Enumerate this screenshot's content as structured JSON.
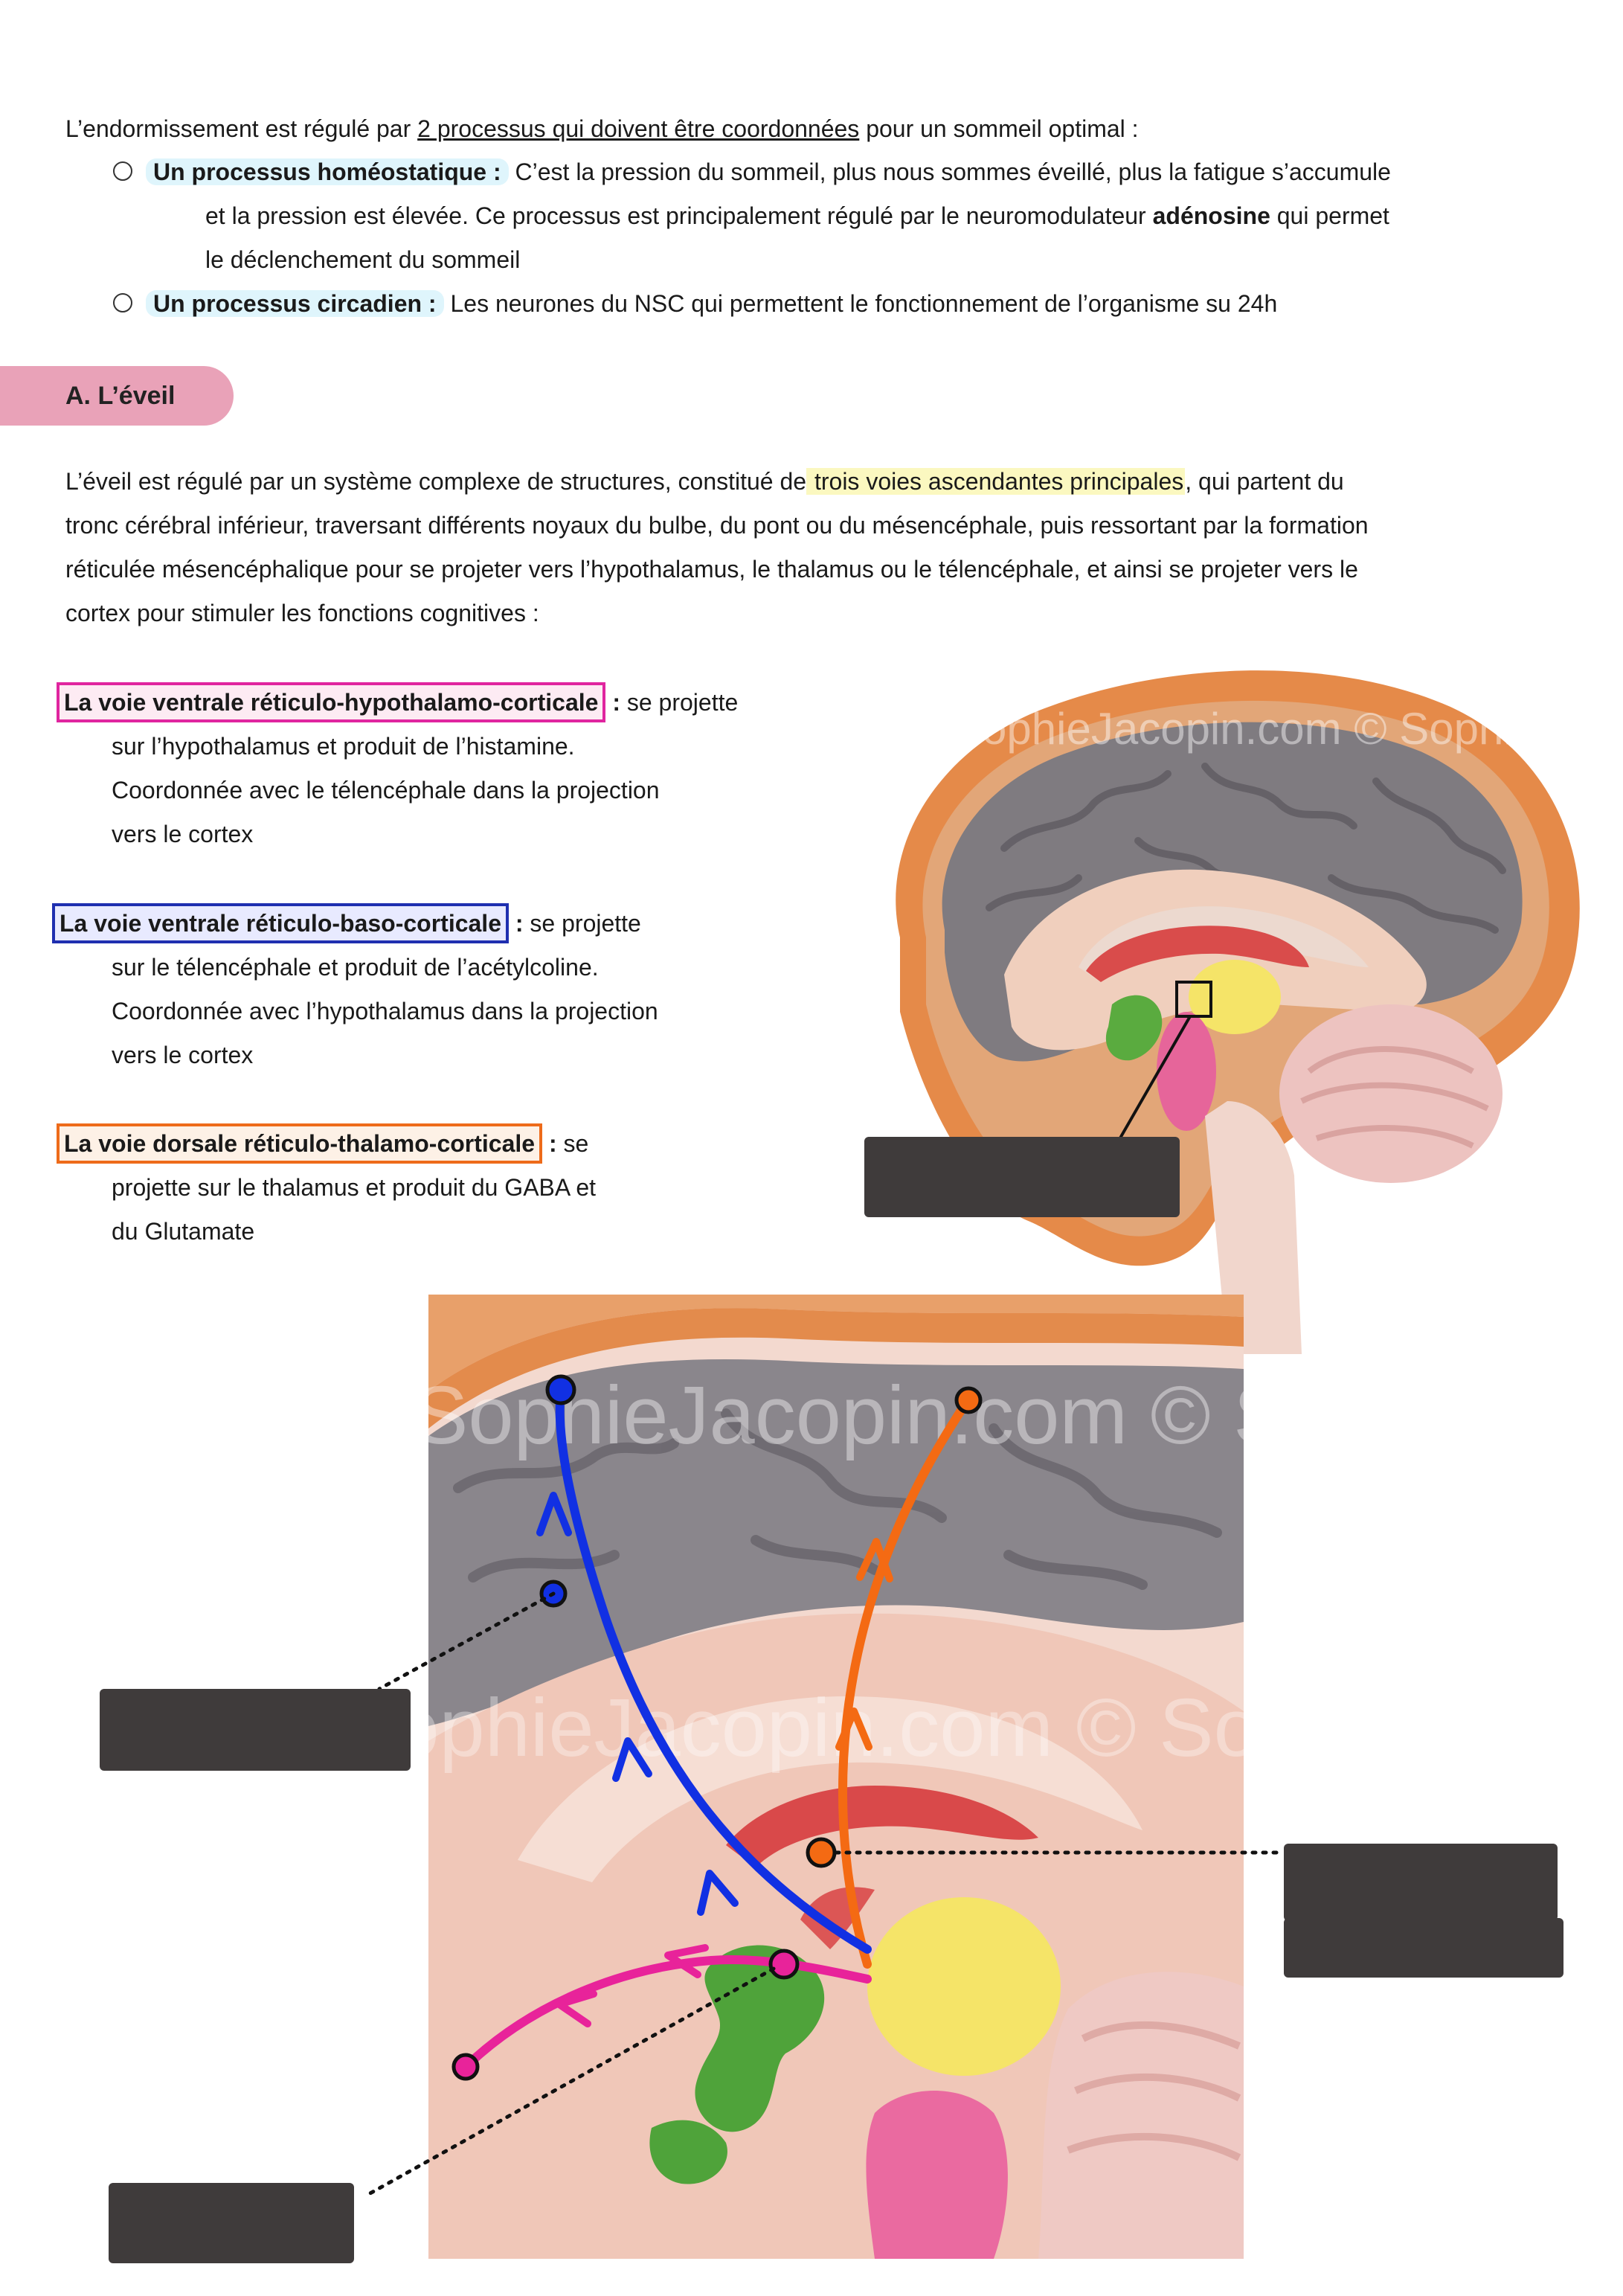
{
  "intro": {
    "line_a": "L’endormissement est régulé par ",
    "line_a_underlined": "2 processus qui doivent être coordonnées",
    "line_a_end": " pour un sommeil optimal :",
    "homeo_title": "Un processus homéostatique :",
    "homeo_text_1": " C’est la pression du sommeil, plus nous sommes éveillé, plus la fatigue s’accumule",
    "homeo_text_2a": "et la pression est élevée. Ce processus est principalement régulé par le neuromodulateur ",
    "homeo_bold": "adénosine",
    "homeo_text_2b": " qui permet",
    "homeo_text_3": "le déclenchement du sommeil",
    "circ_title": "Un processus circadien :",
    "circ_text": " Les neurones du NSC qui permettent le fonctionnement de l’organisme su 24h"
  },
  "section": {
    "title": "A. L’éveil"
  },
  "eveil": {
    "l1a": "L’éveil est régulé par un système complexe de structures, constitué de",
    "l1_hl": " trois voies ascendantes principales",
    "l1b": ", qui partent du",
    "l2": "tronc cérébral inférieur, traversant différents noyaux du bulbe, du pont ou du mésencéphale, puis ressortant par la formation",
    "l3": "réticulée mésencéphalique pour se projeter vers l’hypothalamus, le thalamus ou le télencéphale, et ainsi se projeter vers le",
    "l4": "cortex pour stimuler les fonctions cognitives :"
  },
  "pathways": [
    {
      "name": "La voie ventrale réticulo-hypothalamo-corticale",
      "colon": " :",
      "rest": " se projette",
      "lines": [
        "sur l’hypothalamus et produit de l’histamine.",
        "Coordonnée avec le télencéphale dans la projection",
        "vers le cortex"
      ],
      "color": "#e0259f"
    },
    {
      "name": "La voie ventrale réticulo-baso-corticale",
      "colon": " :",
      "rest": " se projette",
      "lines": [
        "sur le télencéphale et produit de l’acétylcoline.",
        "Coordonnée avec l’hypothalamus dans la projection",
        "vers le cortex"
      ],
      "color": "#1f2fb0"
    },
    {
      "name": "La voie dorsale réticulo-thalamo-corticale",
      "colon": " :",
      "rest": " se",
      "lines": [
        "projette sur le thalamus et produit du GABA et",
        "du Glutamate"
      ],
      "color": "#ee6b1a"
    }
  ],
  "watermark": "SophieJacopin.com © SophieJacopin.com",
  "colors": {
    "section_tab": "#e9a2b8",
    "highlight_cyan": "#dff5fc",
    "highlight_yellow": "#fbf8c0",
    "mask": "#3f3b3b"
  }
}
